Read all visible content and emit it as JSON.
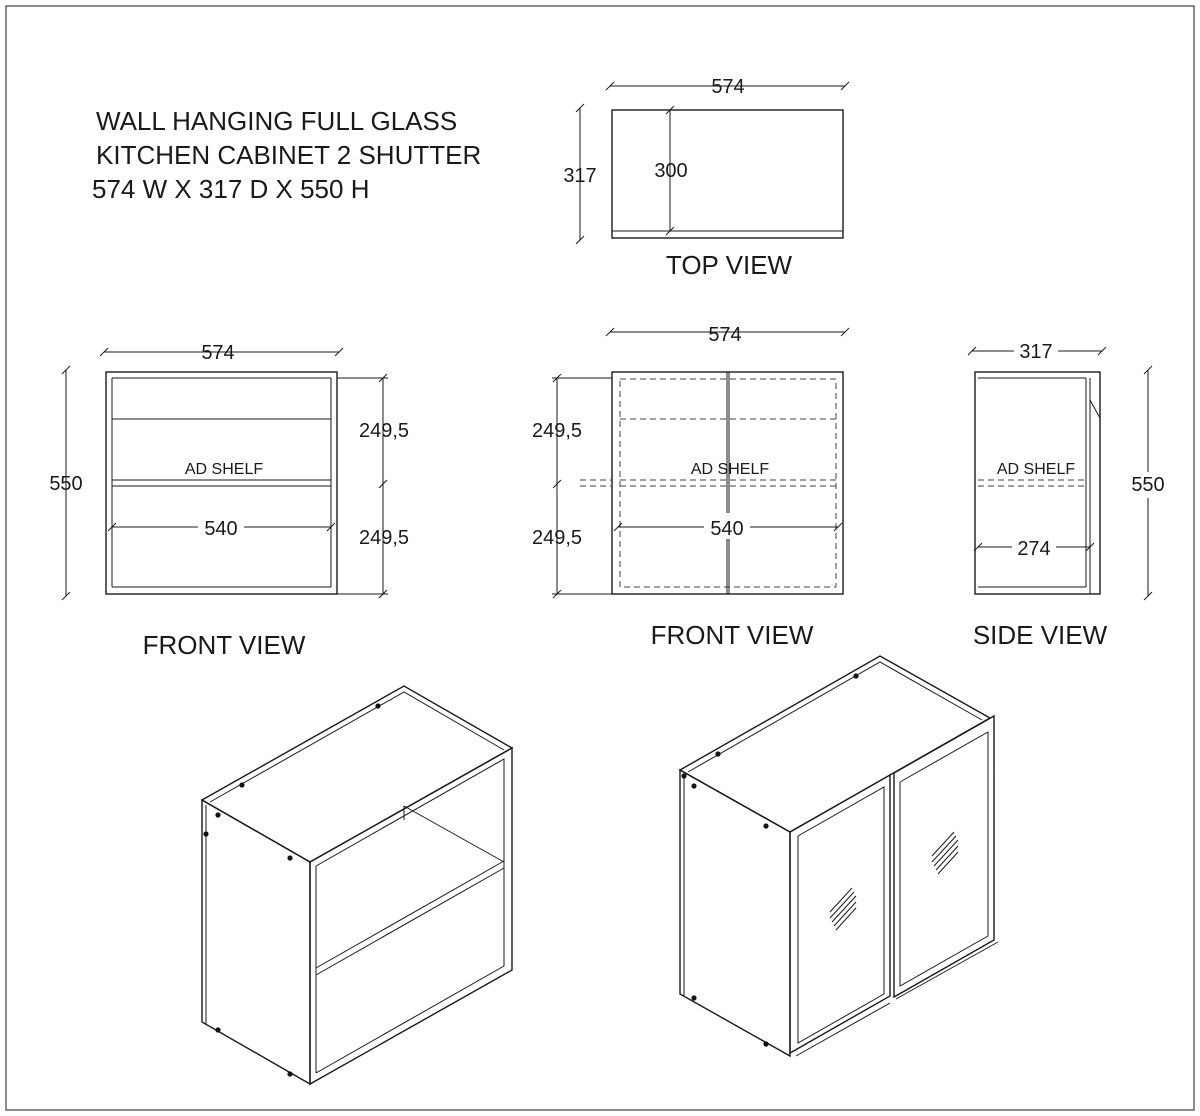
{
  "title": {
    "line1": "WALL HANGING FULL GLASS",
    "line2": "KITCHEN CABINET 2 SHUTTER",
    "line3": "574 W X 317 D X 550 H"
  },
  "top_view": {
    "label": "TOP VIEW",
    "width": "574",
    "depth": "317",
    "inner_depth": "300"
  },
  "front_view_open": {
    "label": "FRONT VIEW",
    "width": "574",
    "height": "550",
    "upper_section": "249,5",
    "lower_section": "249,5",
    "inner_width": "540",
    "shelf_label": "AD SHELF"
  },
  "front_view_shutter": {
    "label": "FRONT VIEW",
    "width": "574",
    "upper_section": "249,5",
    "lower_section": "249,5",
    "inner_width": "540",
    "shelf_label": "AD SHELF"
  },
  "side_view": {
    "label": "SIDE VIEW",
    "depth": "317",
    "height": "550",
    "inner_depth": "274",
    "shelf_label": "AD SHELF"
  }
}
